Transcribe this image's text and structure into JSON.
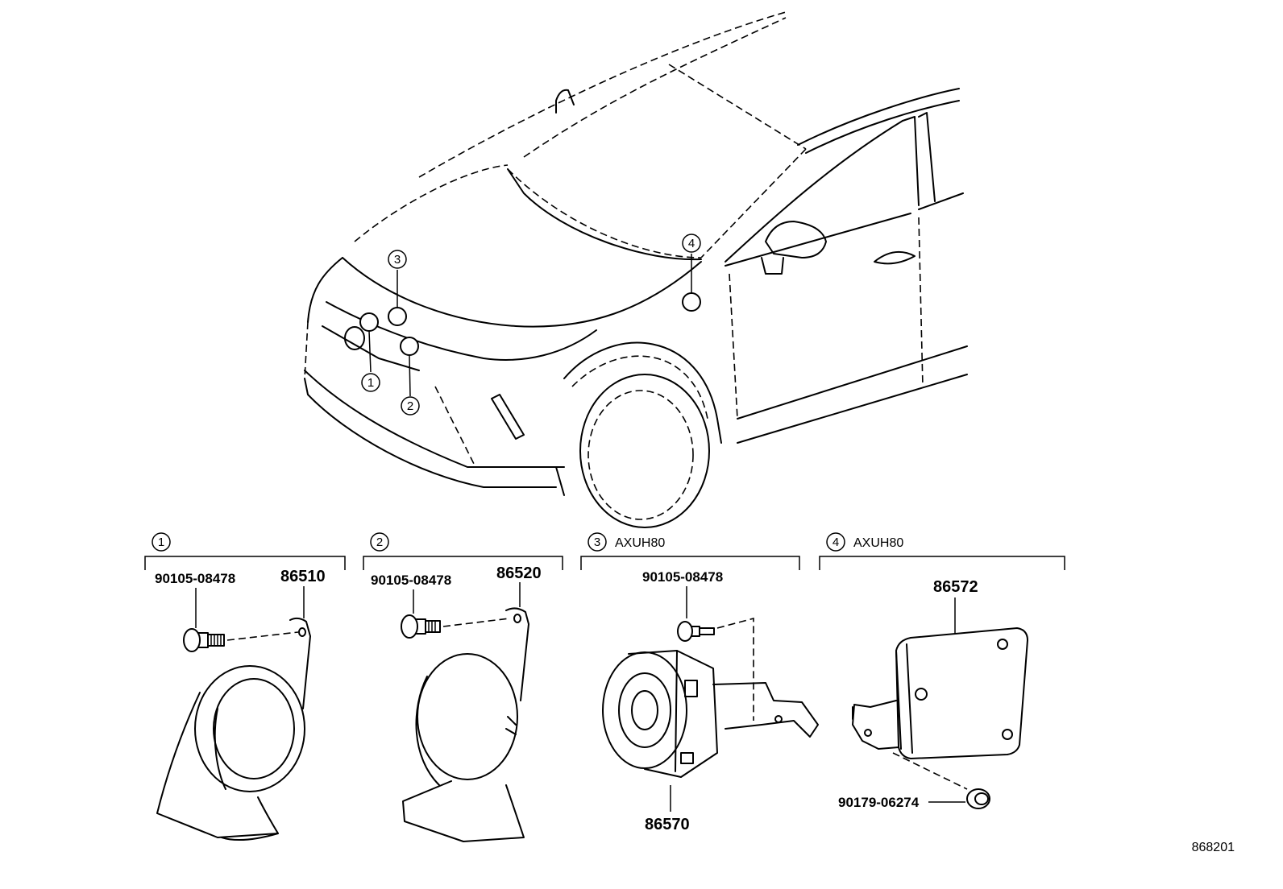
{
  "vehicle_callouts": [
    "1",
    "2",
    "3",
    "4"
  ],
  "groups": [
    {
      "index": "1",
      "variant": "",
      "parts": [
        {
          "number": "90105-08478",
          "role": "bolt"
        },
        {
          "number": "86510",
          "role": "horn-assembly-high"
        }
      ]
    },
    {
      "index": "2",
      "variant": "",
      "parts": [
        {
          "number": "90105-08478",
          "role": "bolt"
        },
        {
          "number": "86520",
          "role": "horn-assembly-low"
        }
      ]
    },
    {
      "index": "3",
      "variant": "AXUH80",
      "parts": [
        {
          "number": "90105-08478",
          "role": "bolt"
        },
        {
          "number": "86570",
          "role": "speaker-assembly"
        }
      ]
    },
    {
      "index": "4",
      "variant": "AXUH80",
      "parts": [
        {
          "number": "86572",
          "role": "control-unit"
        },
        {
          "number": "90179-06274",
          "role": "nut"
        }
      ]
    }
  ],
  "illustration_code": "868201"
}
